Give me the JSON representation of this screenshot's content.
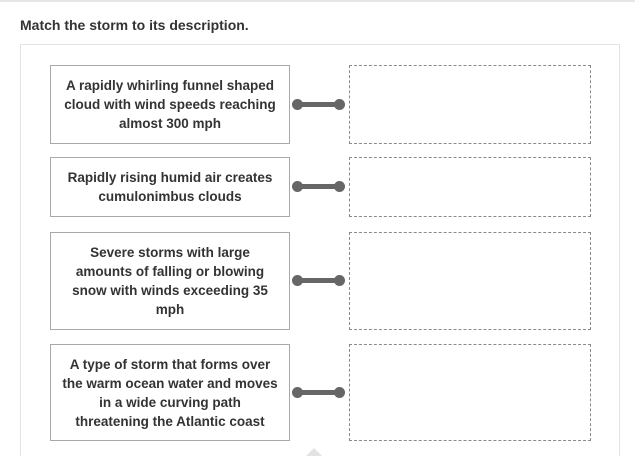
{
  "question": {
    "prompt": "Match the storm to its description."
  },
  "pairs": [
    {
      "description": "A rapidly whirling funnel shaped cloud with wind speeds reaching almost 300 mph",
      "answer": ""
    },
    {
      "description": "Rapidly rising humid air creates cumulonimbus clouds",
      "answer": ""
    },
    {
      "description": "Severe storms with large amounts of falling or blowing snow with winds exceeding 35 mph",
      "answer": ""
    },
    {
      "description": "A type of storm that forms over the warm ocean water and moves in a wide curving path threatening the Atlantic coast",
      "answer": ""
    }
  ],
  "colors": {
    "connector": "#666666",
    "card_border": "#a9a9a9",
    "dropzone_border": "#8a8a8a",
    "text": "#333333"
  }
}
